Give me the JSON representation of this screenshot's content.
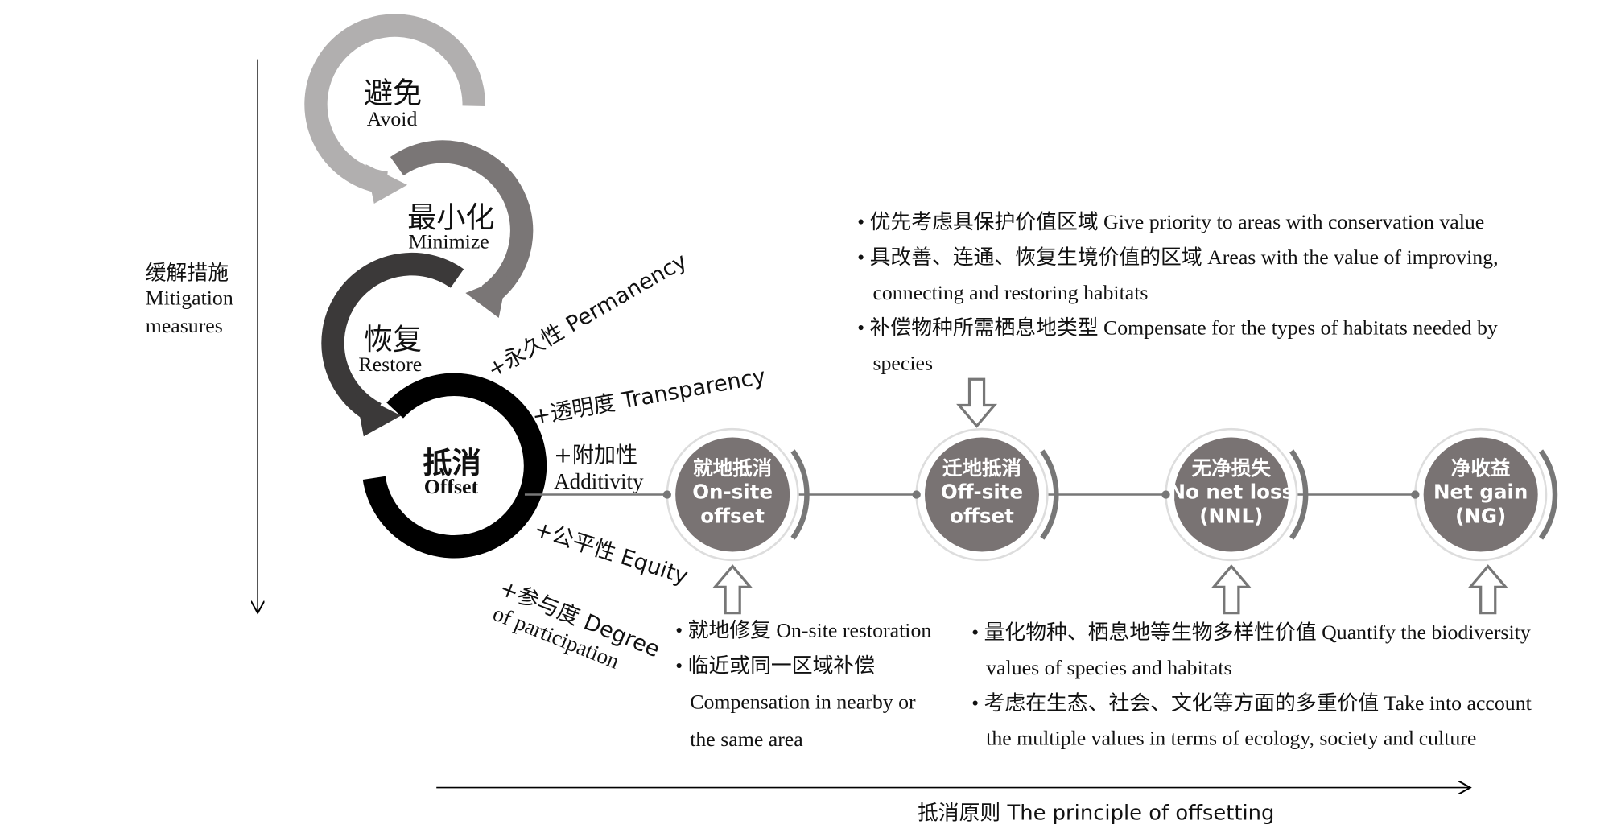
{
  "mitigation": {
    "zh": "缓解措施",
    "en1": "Mitigation",
    "en2": "measures"
  },
  "hierarchy": [
    {
      "zh": "避免",
      "en": "Avoid",
      "color": "#b1afaf"
    },
    {
      "zh": "最小化",
      "en": "Minimize",
      "color": "#7a7676"
    },
    {
      "zh": "恢复",
      "en": "Restore",
      "color": "#3b3939"
    },
    {
      "zh": "抵消",
      "en": "Offset",
      "color": "#000000"
    }
  ],
  "principles": {
    "permanency": "+永久性 Permanency",
    "transparency": "+透明度 Transparency",
    "additivity_zh": "+附加性",
    "additivity_en": "Additivity",
    "equity": "+公平性 Equity",
    "participation1": "+参与度 Degree",
    "participation2": "of participation"
  },
  "nodes": [
    {
      "l1": "就地抵消",
      "l2": "On-site",
      "l3": "offset"
    },
    {
      "l1": "迁地抵消",
      "l2": "Off-site",
      "l3": "offset"
    },
    {
      "l1": "无净损失",
      "l2": "No net loss",
      "l3": "(NNL)"
    },
    {
      "l1": "净收益",
      "l2": "Net gain",
      "l3": "(NG)"
    }
  ],
  "offsite_notes": [
    "• 优先考虑具保护价值区域 Give priority to areas with conservation value",
    "• 具改善、连通、恢复生境价值的区域 Areas with the value of improving,",
    "connecting and restoring habitats",
    "• 补偿物种所需栖息地类型 Compensate for the types of habitats needed by",
    "species"
  ],
  "onsite_notes": [
    "• 就地修复 On-site restoration",
    "• 临近或同一区域补偿",
    "Compensation in nearby or",
    "the same area"
  ],
  "nnl_notes": [
    "• 量化物种、栖息地等生物多样性价值 Quantify the biodiversity",
    "values of species and habitats",
    "• 考虑在生态、社会、文化等方面的多重价值 Take into account",
    "the multiple values in terms of ecology, society and culture"
  ],
  "axis_label": "抵消原则 The principle of offsetting"
}
